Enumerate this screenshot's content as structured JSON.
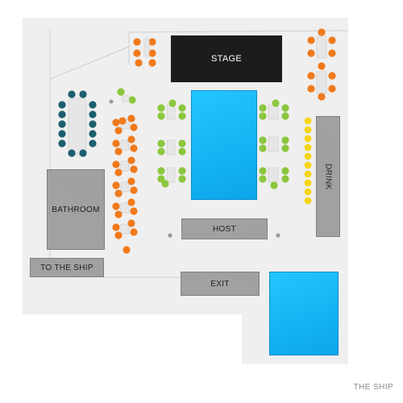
{
  "venue": {
    "caption": "THE SHIP"
  },
  "areas": {
    "stage": "STAGE",
    "drink": "DRINK",
    "bathroom": "BATHROOM",
    "to_the_ship": "TO THE SHIP",
    "host": "HOST",
    "exit": "EXIT"
  },
  "colors": {
    "floor": "#efefef",
    "orange_section": "#f07a1c",
    "green_section": "#8cc63e",
    "teal_section": "#1b5e6e",
    "yellow_section": "#f7d417",
    "floor_zone": "#16b5f3",
    "stage": "#1c1c1c",
    "area_gray": "#9e9e9e",
    "table": "#e6e6e6"
  }
}
